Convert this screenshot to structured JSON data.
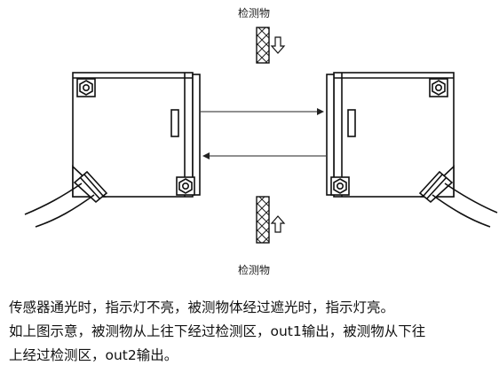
{
  "diagram": {
    "object_label_top": "检测物",
    "object_label_bottom": "检测物",
    "icons": [
      "hex-nut-icon",
      "arrow-down-icon",
      "arrow-up-icon",
      "arrow-right-icon",
      "arrow-left-icon"
    ]
  },
  "description": {
    "line1": "传感器通光时，指示灯不亮，被测物体经过遮光时，指示灯亮。",
    "line2": "如上图示意，被测物从上往下经过检测区，out1输出，被测物从下往",
    "line3": "上经过检测区，out2输出。"
  }
}
